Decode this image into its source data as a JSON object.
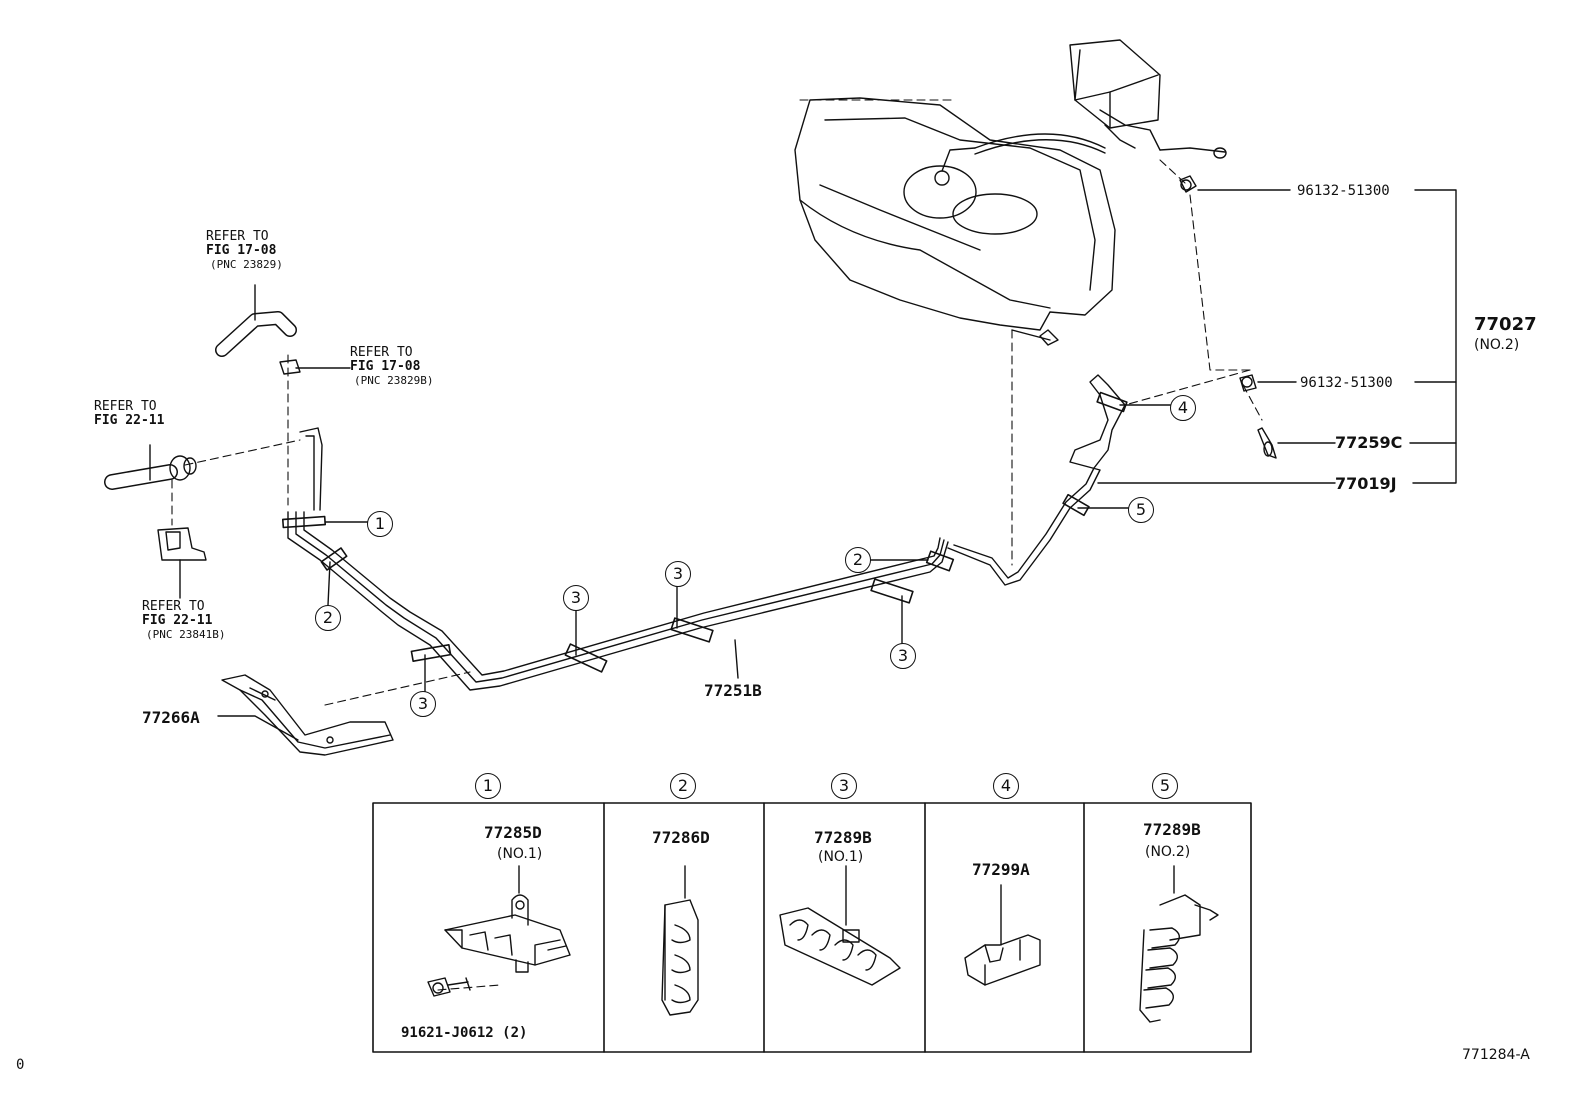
{
  "refs": {
    "ref_a": {
      "l1": "REFER TO",
      "l2": "FIG 17-08",
      "l3": "(PNC 23829)"
    },
    "ref_b": {
      "l1": "REFER TO",
      "l2": "FIG 17-08",
      "l3": "(PNC 23829B)"
    },
    "ref_c": {
      "l1": "REFER TO",
      "l2": "FIG 22-11"
    },
    "ref_d": {
      "l1": "REFER TO",
      "l2": "FIG 22-11",
      "l3": "(PNC 23841B)"
    }
  },
  "parts": {
    "p96132_top": "96132-51300",
    "p96132_mid": "96132-51300",
    "p77027": "77027",
    "p77027_sub": "(NO.2)",
    "p77259C": "77259C",
    "p77019J": "77019J",
    "p77251B": "77251B",
    "p77266A": "77266A"
  },
  "callouts": {
    "c1": "1",
    "c2": "2",
    "c3": "3",
    "c4": "4",
    "c5": "5"
  },
  "detail_panels": [
    {
      "num": "1",
      "part": "77285D",
      "sub": "(NO.1)",
      "extra": "91621-J0612 (2)"
    },
    {
      "num": "2",
      "part": "77286D",
      "sub": "",
      "extra": ""
    },
    {
      "num": "3",
      "part": "77289B",
      "sub": "(NO.1)",
      "extra": ""
    },
    {
      "num": "4",
      "part": "77299A",
      "sub": "",
      "extra": ""
    },
    {
      "num": "5",
      "part": "77289B",
      "sub": "(NO.2)",
      "extra": ""
    }
  ],
  "corner_left": "0",
  "figure_id": "771284-A"
}
